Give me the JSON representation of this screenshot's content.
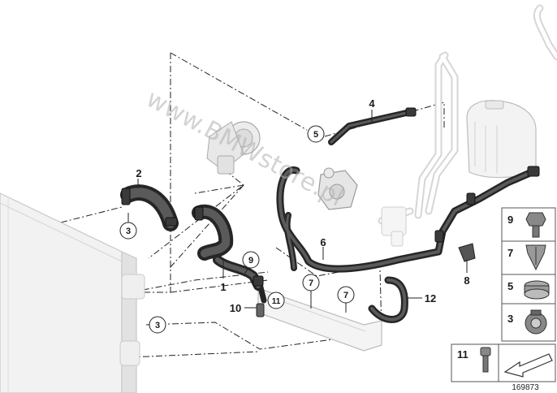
{
  "diagram": {
    "callouts": {
      "c1": "1",
      "c2": "2",
      "c3a": "3",
      "c3b": "3",
      "c4": "4",
      "c5": "5",
      "c6": "6",
      "c7a": "7",
      "c7b": "7",
      "c8": "8",
      "c9": "9",
      "c10": "10",
      "c11": "11",
      "c12": "12"
    },
    "legend": [
      "9",
      "7",
      "5",
      "3",
      "11"
    ],
    "diagram_id": "169873",
    "watermark": "www.BMWstore.pl"
  }
}
